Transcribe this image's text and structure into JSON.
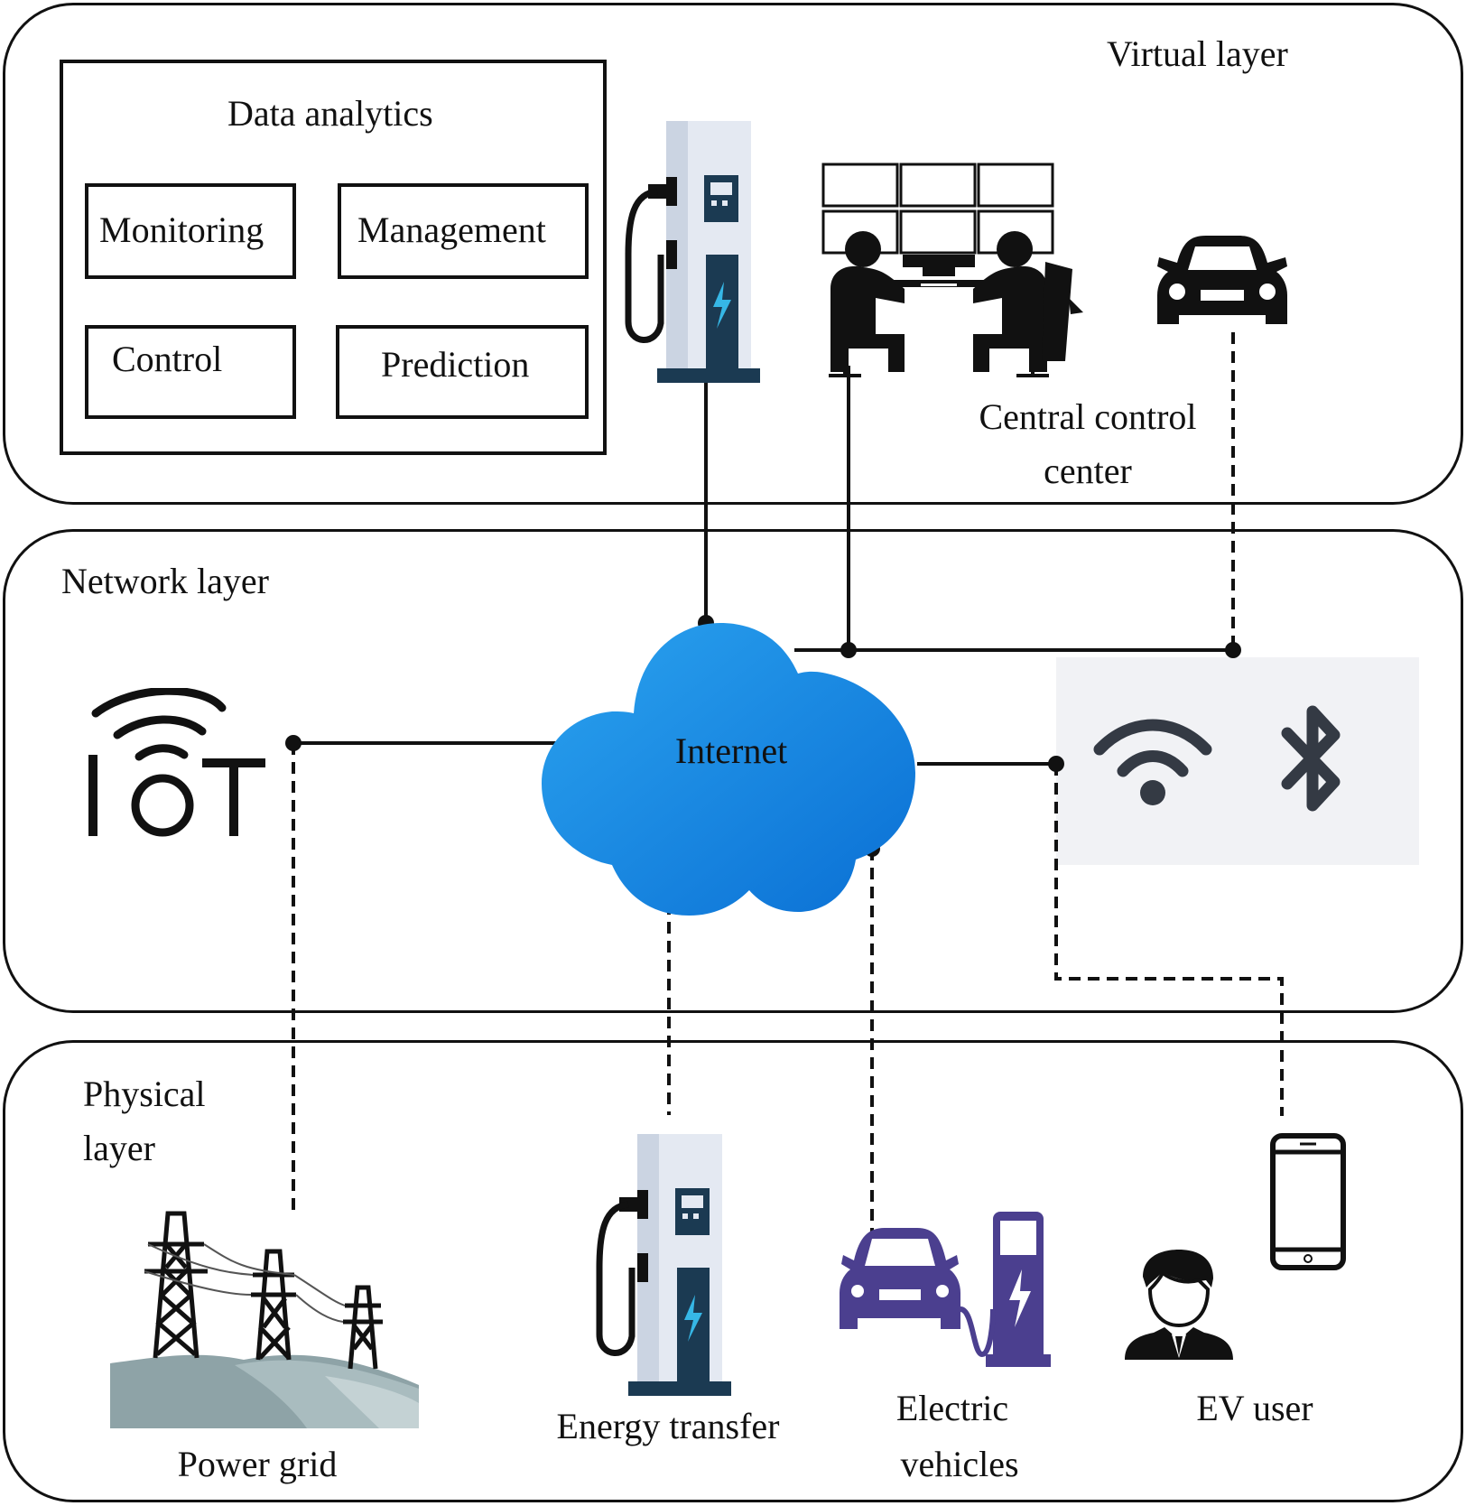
{
  "layers": {
    "virtual": {
      "label": "Virtual layer"
    },
    "network": {
      "label": "Network layer"
    },
    "physical": {
      "label": "Physical\nlayer",
      "label_line1": "Physical",
      "label_line2": "layer"
    }
  },
  "data_analytics": {
    "title": "Data analytics",
    "modules": {
      "monitoring": "Monitoring",
      "management": "Management",
      "control": "Control",
      "prediction": "Prediction"
    }
  },
  "central_control": {
    "line1": "Central control",
    "line2": "center"
  },
  "internet": {
    "label": "Internet"
  },
  "physical_items": {
    "power_grid": "Power grid",
    "energy_transfer": "Energy transfer",
    "electric_vehicles_line1": "Electric",
    "electric_vehicles_line2": "vehicles",
    "ev_user": "EV user"
  },
  "colors": {
    "cloud_light": "#2ba3ef",
    "cloud_dark": "#0a6fd4",
    "charger_body": "#e4e9f2",
    "charger_dark": "#1b3a52",
    "charger_bolt": "#36b7e6",
    "ev_purple": "#4b3f8f",
    "grid_hills": "#8ea3a7",
    "wireless_panel": "#f1f2f5",
    "wireless_icon": "#343a44"
  },
  "icons": {
    "iot": "iot-wifi-icon",
    "wifi": "wifi-icon",
    "bluetooth": "bluetooth-icon",
    "charger": "ev-charging-station-icon",
    "control_room": "control-room-operators-icon",
    "car": "car-icon",
    "phone": "smartphone-icon",
    "user": "person-icon",
    "pylons": "power-pylons-icon",
    "ev_charging": "ev-charging-car-icon"
  }
}
